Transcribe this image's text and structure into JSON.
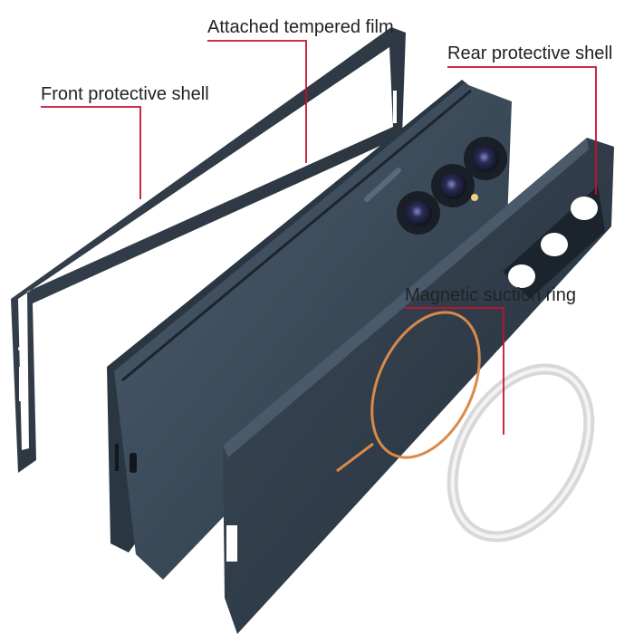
{
  "labels": {
    "front_shell": "Front protective shell",
    "tempered_film": "Attached tempered film",
    "rear_shell": "Rear protective shell",
    "suction_ring": "Magnetic suction ring"
  },
  "colors": {
    "callout_line": "#c8102e",
    "shell": "#2e3a47",
    "shell_dark": "#1f2831",
    "phone_body": "#3a4a5a",
    "magsafe_ring": "#d98a4a",
    "steel_ring": "#d8d8d8"
  }
}
